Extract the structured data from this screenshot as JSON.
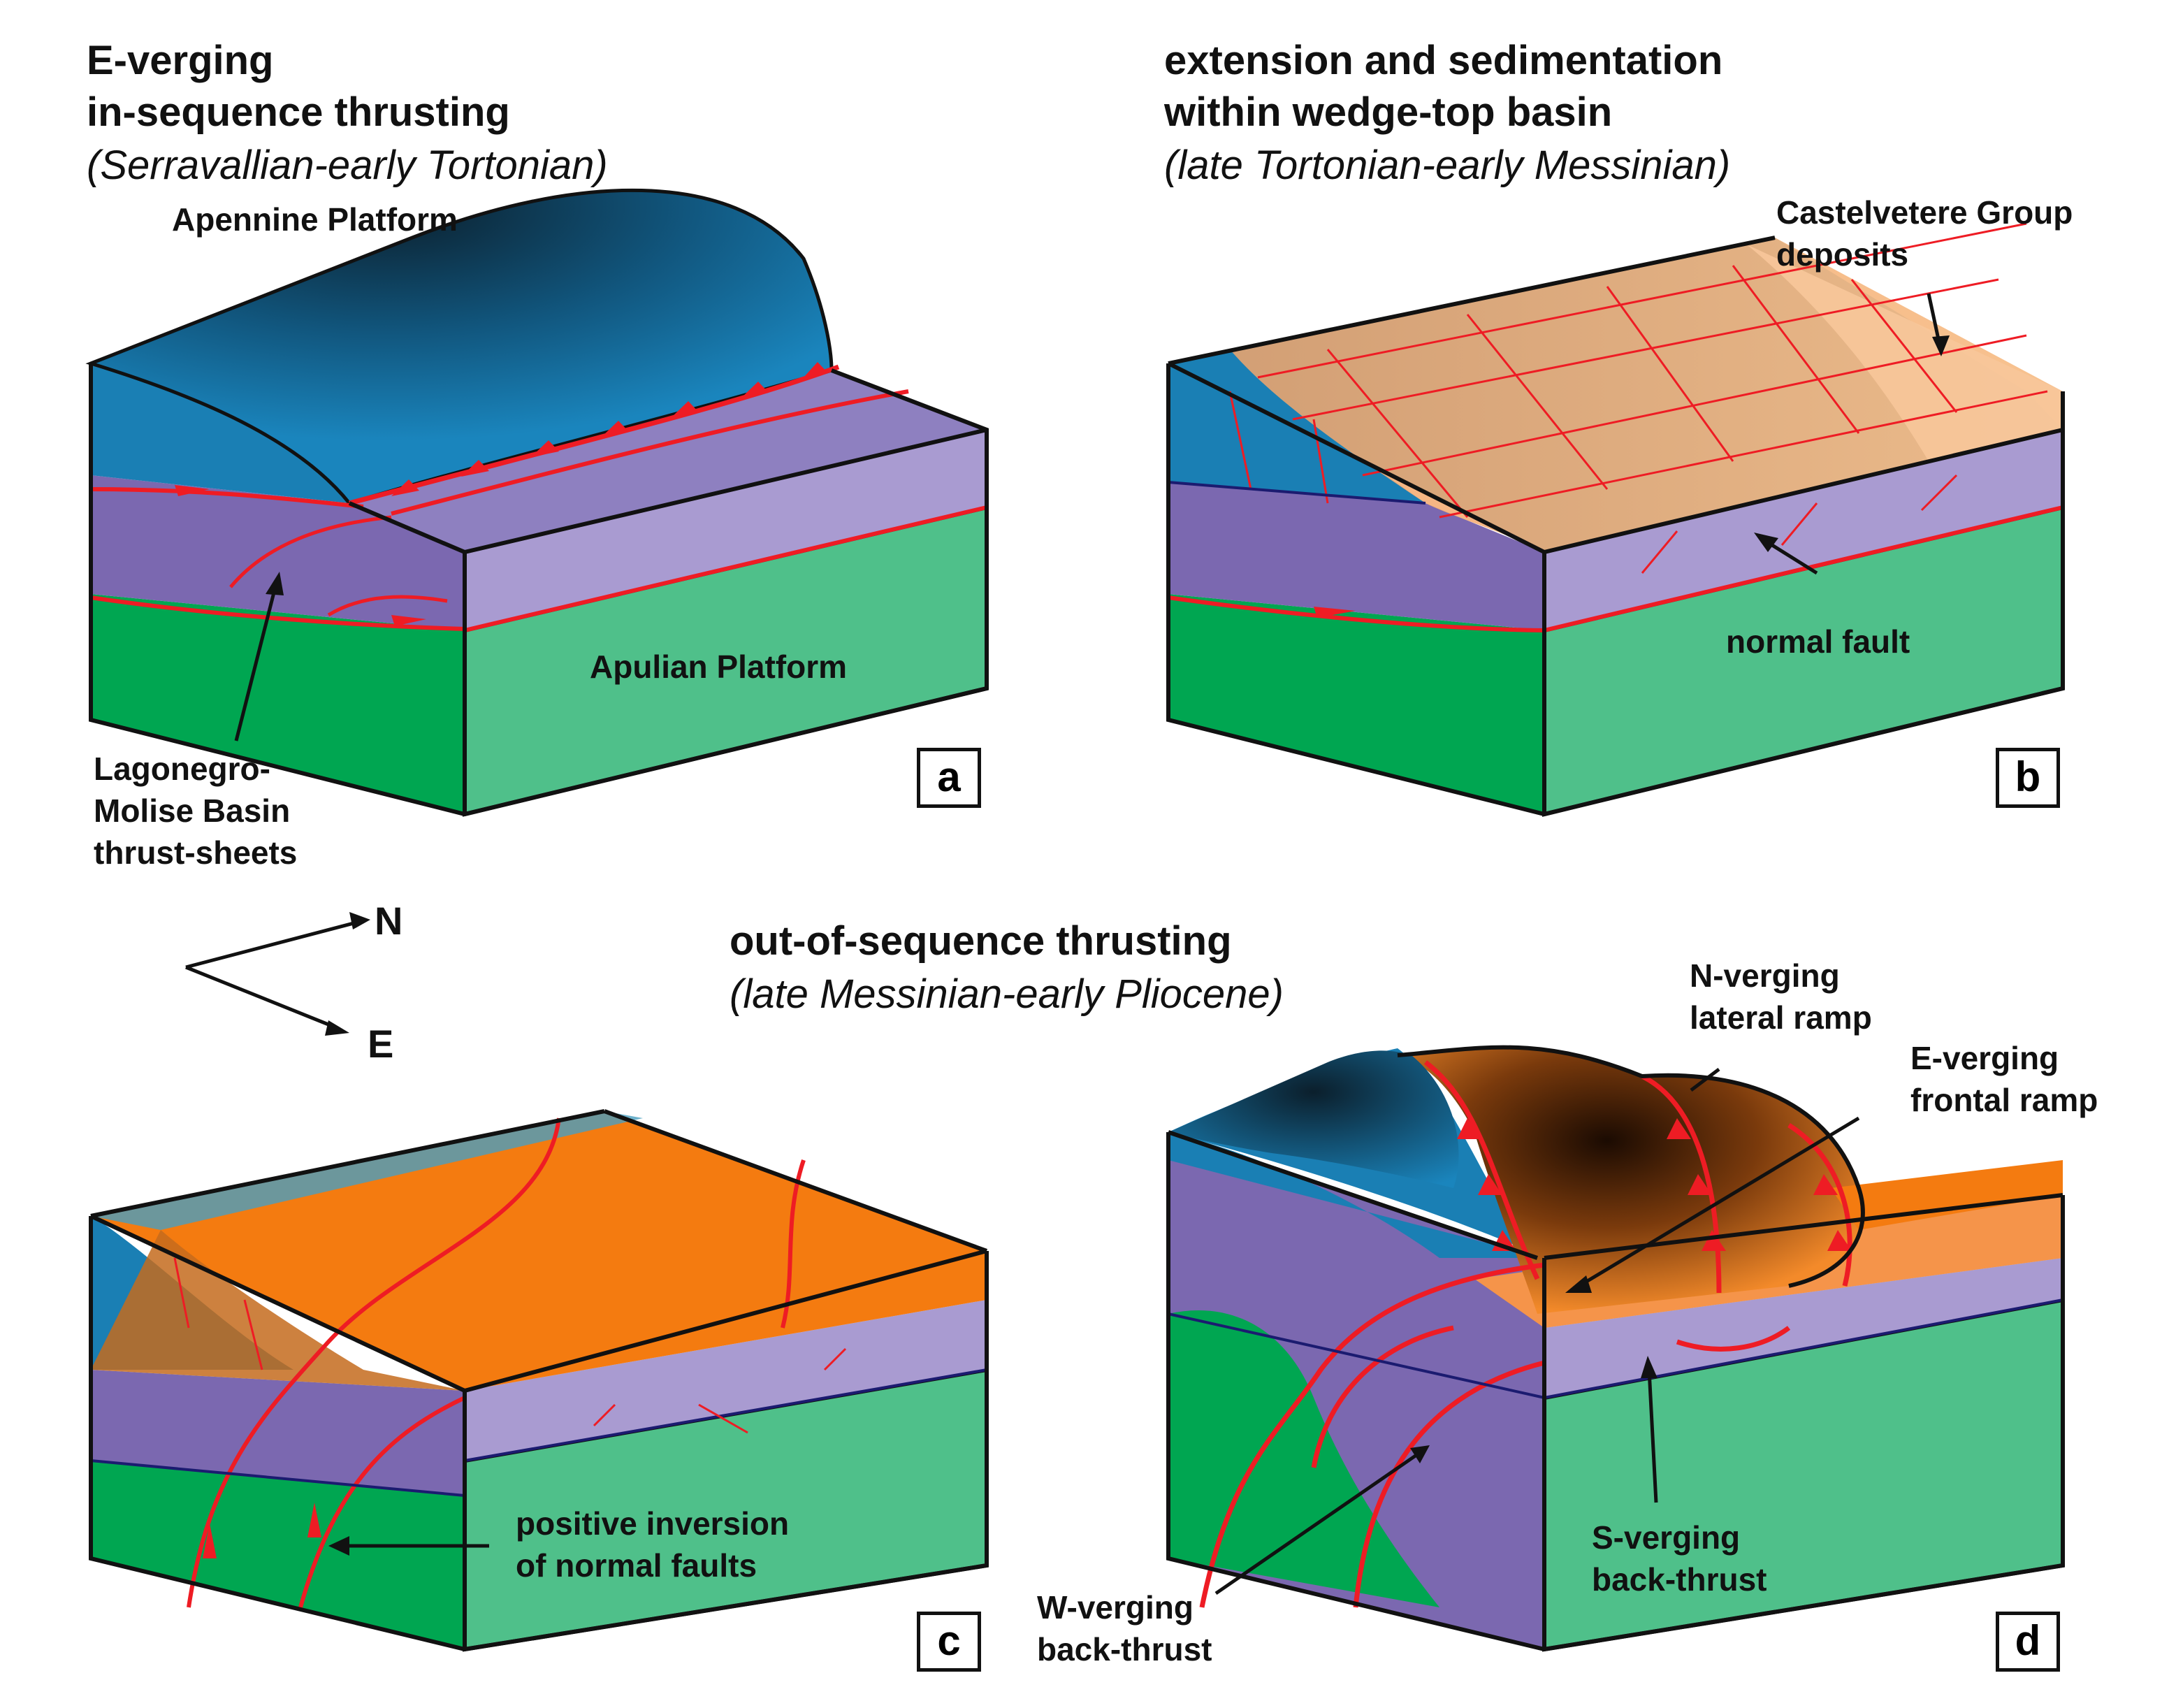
{
  "panel_a": {
    "title_line1": "E-verging",
    "title_line2": "in-sequence thrusting",
    "subtitle": "(Serravallian-early Tortonian)",
    "label_apennine": "Apennine Platform",
    "label_apulian": "Apulian Platform",
    "label_lagonegro_1": "Lagonegro-",
    "label_lagonegro_2": "Molise Basin",
    "label_lagonegro_3": "thrust-sheets",
    "letter": "a"
  },
  "panel_b": {
    "title_line1": "extension and sedimentation",
    "title_line2": "within wedge-top basin",
    "subtitle": "(late Tortonian-early Messinian)",
    "label_castelvetere_1": "Castelvetere Group",
    "label_castelvetere_2": "deposits",
    "label_normal_fault": "normal fault",
    "letter": "b"
  },
  "compass": {
    "north": "N",
    "east": "E"
  },
  "panels_cd": {
    "title": "out-of-sequence thrusting",
    "subtitle": "(late Messinian-early Pliocene)"
  },
  "panel_c": {
    "label_inversion_1": "positive inversion",
    "label_inversion_2": "of normal faults",
    "letter": "c"
  },
  "panel_d": {
    "label_lateral_1": "N-verging",
    "label_lateral_2": "lateral ramp",
    "label_frontal_1": "E-verging",
    "label_frontal_2": "frontal ramp",
    "label_s_back_1": "S-verging",
    "label_s_back_2": "back-thrust",
    "label_w_back_1": "W-verging",
    "label_w_back_2": "back-thrust",
    "letter": "d"
  },
  "colors": {
    "apennine_blue": "#1a7fb4",
    "apennine_dark": "#0b2a3f",
    "lagonegro_purple": "#7b68b0",
    "lagonegro_light": "#a99bd1",
    "apulian_green": "#4fc08a",
    "apulian_dark": "#00a651",
    "castelvetere_orange": "#f47b10",
    "castelvetere_light": "#f7b07a",
    "fault_red": "#ee1c24"
  }
}
